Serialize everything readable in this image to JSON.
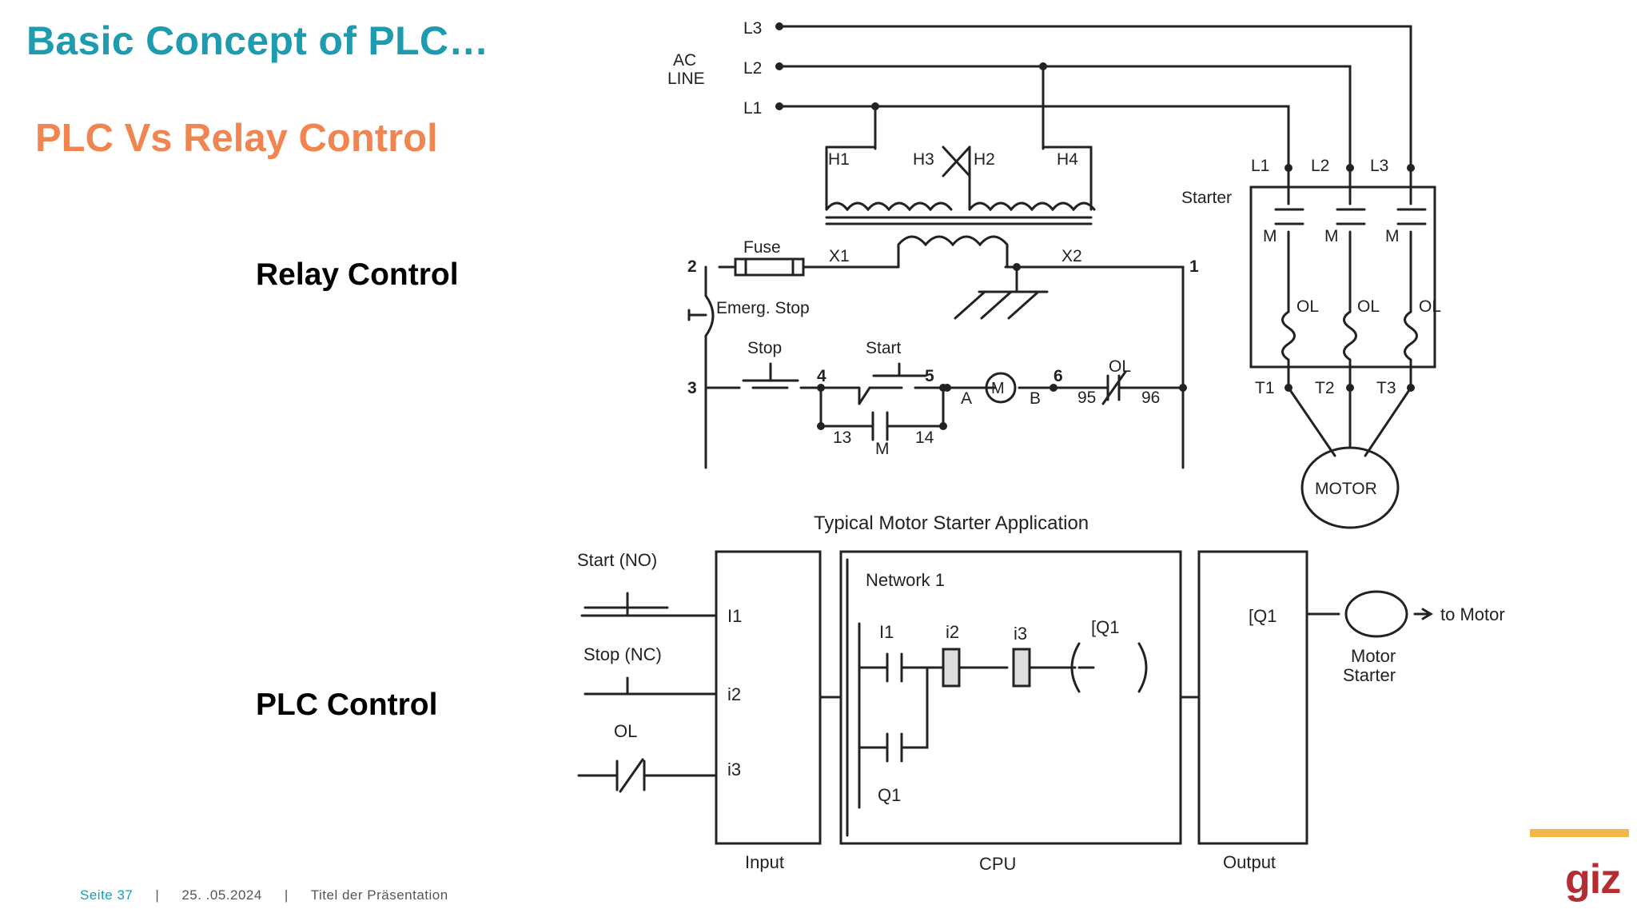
{
  "slide": {
    "title": "Basic Concept of PLC…",
    "subtitle": "PLC Vs Relay Control",
    "relay_label": "Relay Control",
    "plc_label": "PLC Control"
  },
  "relay_diagram": {
    "ac_line": [
      "AC",
      "LINE"
    ],
    "lines": [
      "L3",
      "L2",
      "L1"
    ],
    "transformer_terminals": [
      "H1",
      "H3",
      "H2",
      "H4"
    ],
    "secondary": [
      "X1",
      "X2"
    ],
    "fuse": "Fuse",
    "emergency_stop": "Emerg. Stop",
    "stop": "Stop",
    "start": "Start",
    "ol": "OL",
    "motor_symbol": "M",
    "aux_contact": "M",
    "nodes": [
      "1",
      "2",
      "3",
      "4",
      "5",
      "6",
      "A",
      "B",
      "13",
      "14",
      "95",
      "96"
    ],
    "starter": {
      "title": "Starter",
      "inputs": [
        "L1",
        "L2",
        "L3"
      ],
      "contacts": [
        "M",
        "M",
        "M"
      ],
      "overloads": [
        "OL",
        "OL",
        "OL"
      ],
      "outputs": [
        "T1",
        "T2",
        "T3"
      ]
    },
    "motor": "MOTOR",
    "caption": "Typical Motor Starter Application"
  },
  "plc_diagram": {
    "field_devices": [
      "Start (NO)",
      "Stop (NC)",
      "OL"
    ],
    "input_addresses": [
      "I1",
      "i2",
      "i3"
    ],
    "network": "Network 1",
    "contacts": [
      "I1",
      "i2",
      "i3"
    ],
    "seal_in": "Q1",
    "coil": "[Q1",
    "output_address": "[Q1",
    "motor_starter": [
      "Motor",
      "Starter"
    ],
    "to_motor": "to Motor",
    "sections": [
      "Input",
      "CPU",
      "Output"
    ]
  },
  "footer": {
    "page": "Seite 37",
    "date": "25. .05.2024",
    "presentation": "Titel der Präsentation"
  },
  "logo": "giz",
  "colors": {
    "title": "#1f9bb0",
    "subtitle": "#f08550",
    "logo": "#b32d33",
    "accent_bar": "#f3b64a"
  }
}
